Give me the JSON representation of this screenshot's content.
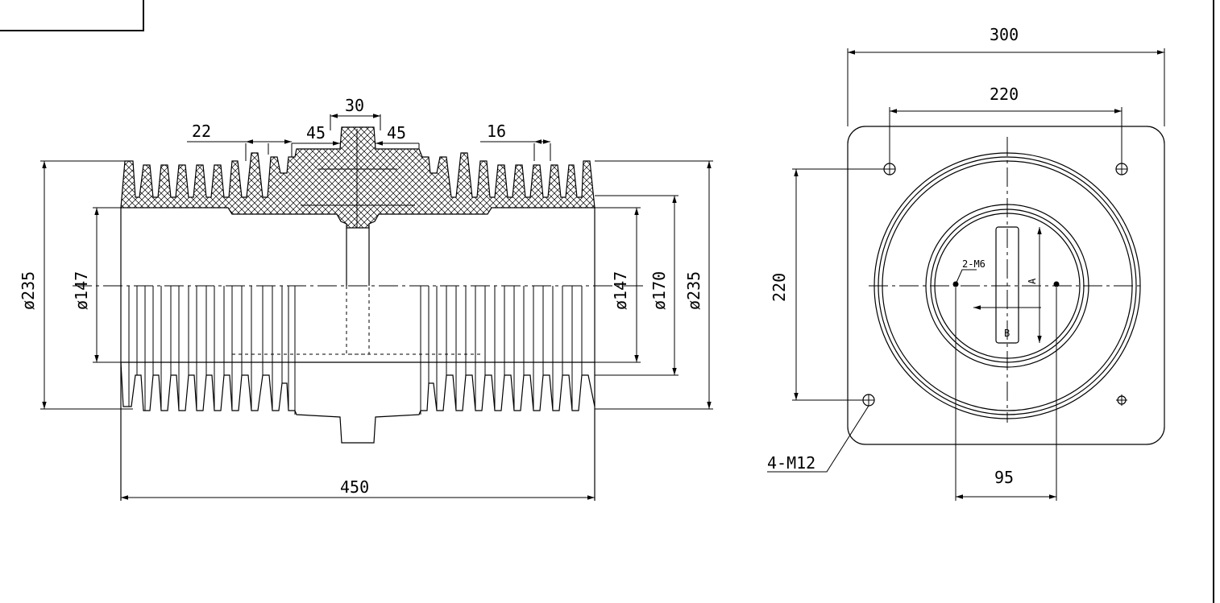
{
  "drawing": {
    "side_view": {
      "dims": {
        "fin_pitch": "22",
        "offset_left": "45",
        "top_width": "30",
        "offset_right": "45",
        "fin_spacing": "16",
        "left_outer_dia": "ø235",
        "left_inner_dia": "ø147",
        "right_inner_dia": "ø147",
        "right_mid_dia": "ø170",
        "right_outer_dia": "ø235",
        "total_length": "450"
      }
    },
    "end_view": {
      "dims": {
        "flange_width": "300",
        "hole_spacing_x": "220",
        "hole_spacing_y": "220",
        "terminal_spacing": "95"
      },
      "labels": {
        "tapped_holes": "2-M6",
        "mounting_holes": "4-M12",
        "section_a": "A",
        "section_b": "B"
      }
    }
  }
}
